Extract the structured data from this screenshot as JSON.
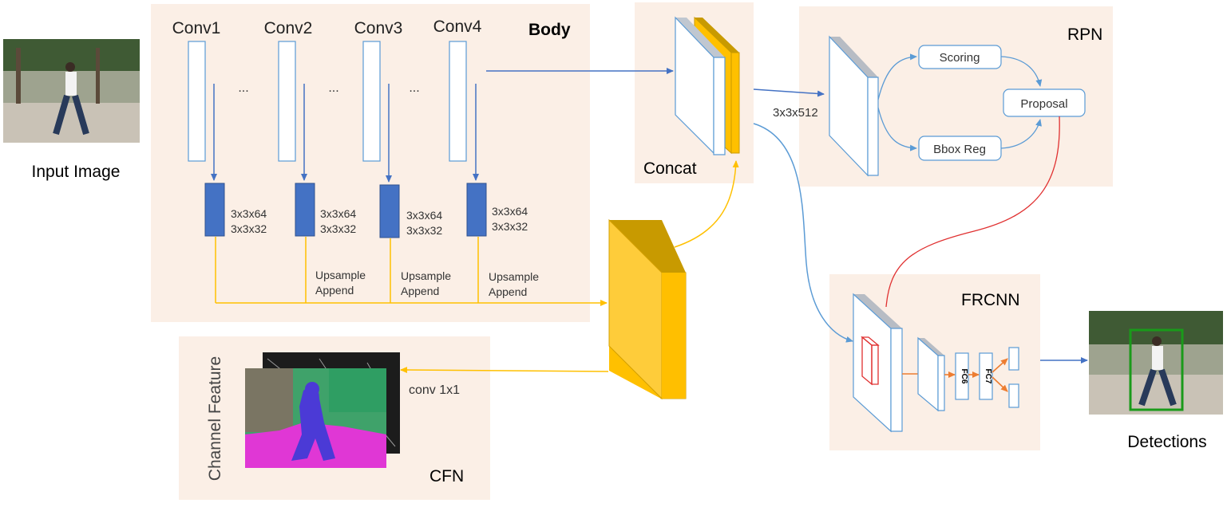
{
  "input": {
    "label": "Input Image"
  },
  "body": {
    "title": "Body",
    "convs": [
      "Conv1",
      "Conv2",
      "Conv3",
      "Conv4"
    ],
    "ellipsis": "...",
    "branch_labels": [
      [
        "3x3x64",
        "3x3x32"
      ],
      [
        "3x3x64",
        "3x3x32"
      ],
      [
        "3x3x64",
        "3x3x32"
      ],
      [
        "3x3x64",
        "3x3x32"
      ]
    ],
    "upsample": [
      [
        "Upsample",
        "Append"
      ],
      [
        "Upsample",
        "Append"
      ],
      [
        "Upsample",
        "Append"
      ]
    ]
  },
  "concat": {
    "title": "Concat",
    "dims": "3x3x512"
  },
  "rpn": {
    "title": "RPN",
    "scoring": "Scoring",
    "bbox": "Bbox Reg",
    "proposal": "Proposal"
  },
  "frcnn": {
    "title": "FRCNN",
    "fc6": "FC6",
    "fc7": "FC7"
  },
  "cfn": {
    "title": "CFN",
    "side_label": "Channel Feature",
    "conv": "conv 1x1"
  },
  "output": {
    "label": "Detections"
  },
  "colors": {
    "panel": "#fbefe6",
    "blue": "#4472c4",
    "gold": "#ffc000",
    "gold_dark": "#c89a00",
    "red": "#e03030",
    "orange": "#ed7d31"
  }
}
